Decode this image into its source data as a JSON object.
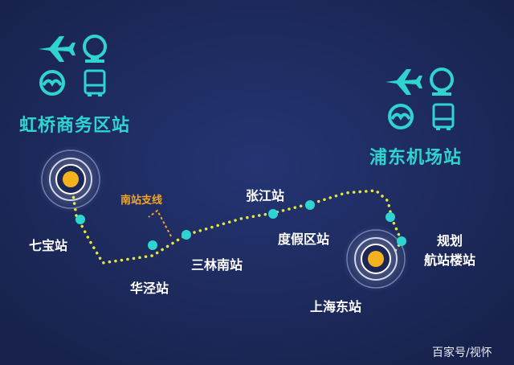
{
  "hubs": {
    "hongqiao": {
      "name": "虹桥商务区站",
      "icons": [
        "airplane-icon",
        "rail-icon",
        "metro-icon",
        "bus-icon"
      ]
    },
    "pudong": {
      "name": "浦东机场站",
      "icons": [
        "airplane-icon",
        "rail-icon",
        "metro-icon",
        "bus-icon"
      ]
    }
  },
  "stations": {
    "qibao": "七宝站",
    "huajing": "华泾站",
    "sanlinnan": "三林南站",
    "zhangjiang": "张江站",
    "dujiaqu": "度假区站",
    "shanghaidong": "上海东站",
    "planned_terminal": "规划\n航站楼站"
  },
  "branch_label": "南站支线",
  "watermark": "百家号/视怀",
  "colors": {
    "background": "#1d2a5c",
    "accent": "#2fd3d0",
    "track": "#e4e83a",
    "stop": "#2fd3d0",
    "hub": "#f5b21f",
    "branch": "#f5a623"
  }
}
